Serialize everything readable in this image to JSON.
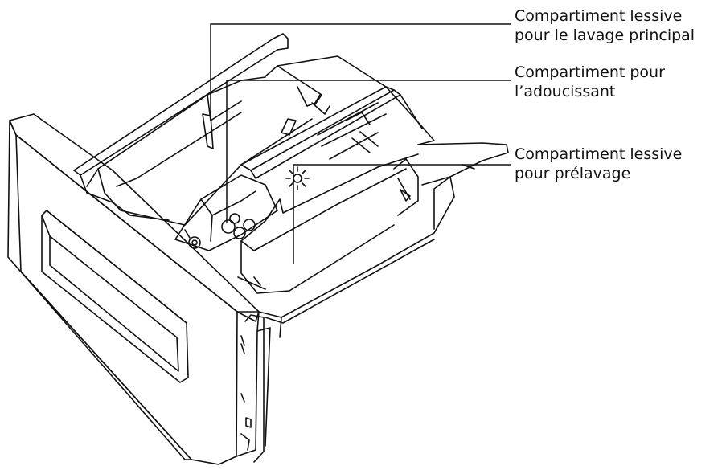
{
  "callouts": {
    "main_wash": {
      "line1": "Compartiment lessive",
      "line2": "pour le lavage principal"
    },
    "softener": {
      "line1": "Compartiment pour",
      "line2": "l’adoucissant"
    },
    "prewash": {
      "line1": "Compartiment lessive",
      "line2": "pour prélavage"
    }
  },
  "colors": {
    "ink": "#111111",
    "background": "#ffffff"
  }
}
